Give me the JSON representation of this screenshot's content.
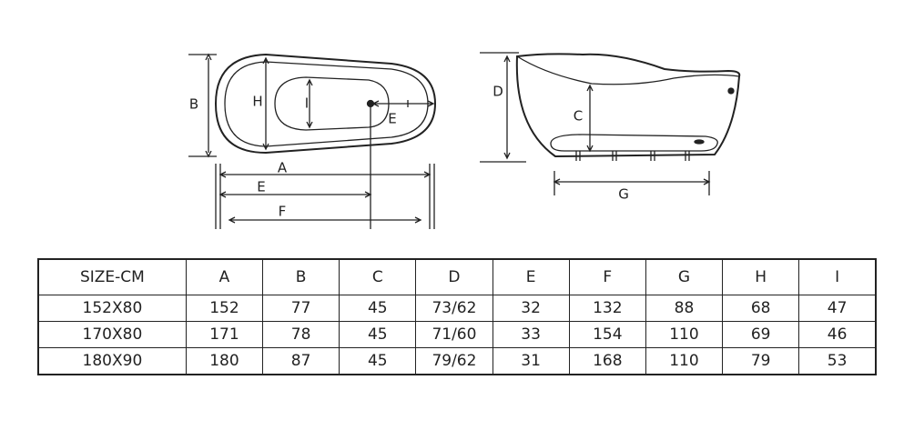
{
  "diagram": {
    "top_view_labels": {
      "b": "B",
      "h": "H",
      "i": "I",
      "e_inner": "E",
      "a": "A",
      "e": "E",
      "f": "F"
    },
    "side_view_labels": {
      "d": "D",
      "c": "C",
      "g": "G"
    }
  },
  "table": {
    "headers": [
      "SIZE-CM",
      "A",
      "B",
      "C",
      "D",
      "E",
      "F",
      "G",
      "H",
      "I"
    ],
    "rows": [
      [
        "152X80",
        "152",
        "77",
        "45",
        "73/62",
        "32",
        "132",
        "88",
        "68",
        "47"
      ],
      [
        "170X80",
        "171",
        "78",
        "45",
        "71/60",
        "33",
        "154",
        "110",
        "69",
        "46"
      ],
      [
        "180X90",
        "180",
        "87",
        "45",
        "79/62",
        "31",
        "168",
        "110",
        "79",
        "53"
      ]
    ]
  }
}
